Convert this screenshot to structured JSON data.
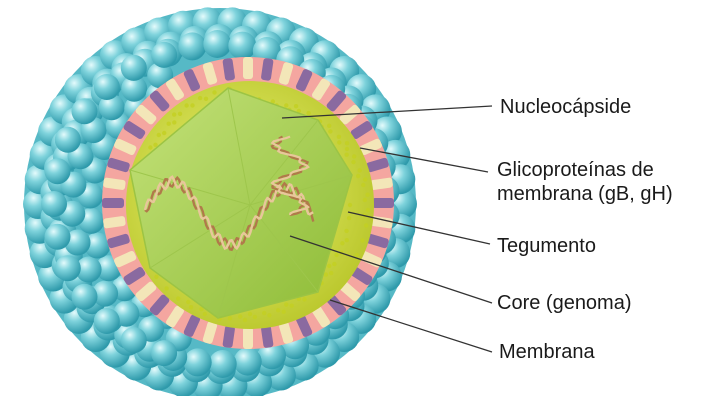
{
  "labels": {
    "nucleocapside": "Nucleocápside",
    "glicoproteinas_line1": "Glicoproteínas de",
    "glicoproteinas_line2": "membrana (gB, gH)",
    "tegumento": "Tegumento",
    "core": "Core (genoma)",
    "membrana": "Membrana"
  },
  "colors": {
    "glycoprotein_sphere": "#5fc3cf",
    "glycoprotein_highlight": "#c9f0f3",
    "membrane_purple": "#8a6aa0",
    "membrane_cream": "#f3e6b8",
    "membrane_pink": "#f4a6a0",
    "tegument_yellow": "#d8e23a",
    "capsid_green": "#a8cf3e",
    "dna_brown": "#b07a4a",
    "leader_line": "#333333"
  }
}
